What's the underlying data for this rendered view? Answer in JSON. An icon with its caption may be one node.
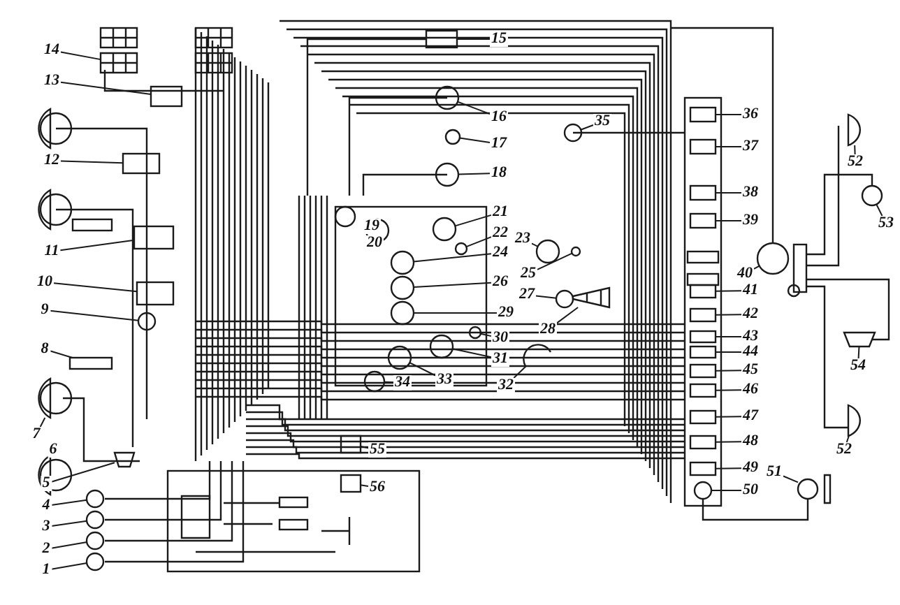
{
  "diagram": {
    "nodes": [
      {
        "text": [
          "1"
        ]
      },
      {
        "text": [
          "2"
        ]
      },
      {
        "text": [
          "3"
        ]
      },
      {
        "text": [
          "4"
        ]
      },
      {
        "text": [
          "5"
        ]
      },
      {
        "text": [
          "6"
        ]
      },
      {
        "text": [
          "7"
        ]
      },
      {
        "text": [
          "8"
        ]
      },
      {
        "text": [
          "9"
        ]
      },
      {
        "text": [
          "10"
        ]
      },
      {
        "text": [
          "11"
        ]
      },
      {
        "text": [
          "12"
        ]
      },
      {
        "text": [
          "13"
        ]
      },
      {
        "text": [
          "14"
        ]
      },
      {
        "text": [
          "15"
        ]
      },
      {
        "text": [
          "16"
        ]
      },
      {
        "text": [
          "17"
        ]
      },
      {
        "text": [
          "18"
        ]
      },
      {
        "text": [
          "19"
        ]
      },
      {
        "text": [
          "20"
        ]
      },
      {
        "text": [
          "21"
        ]
      },
      {
        "text": [
          "22"
        ]
      },
      {
        "text": [
          "23"
        ]
      },
      {
        "text": [
          "24"
        ]
      },
      {
        "text": [
          "25"
        ]
      },
      {
        "text": [
          "26"
        ]
      },
      {
        "text": [
          "27"
        ]
      },
      {
        "text": [
          "28"
        ]
      },
      {
        "text": [
          "29"
        ]
      },
      {
        "text": [
          "30"
        ]
      },
      {
        "text": [
          "31"
        ]
      },
      {
        "text": [
          "32"
        ]
      },
      {
        "text": [
          "33"
        ]
      },
      {
        "text": [
          "34"
        ]
      },
      {
        "text": [
          "35"
        ]
      },
      {
        "text": [
          "36"
        ]
      },
      {
        "text": [
          "37"
        ]
      },
      {
        "text": [
          "38"
        ]
      },
      {
        "text": [
          "39"
        ]
      },
      {
        "text": [
          "40"
        ]
      },
      {
        "text": [
          "41"
        ]
      },
      {
        "text": [
          "42"
        ]
      },
      {
        "text": [
          "43"
        ]
      },
      {
        "text": [
          "44"
        ]
      },
      {
        "text": [
          "45"
        ]
      },
      {
        "text": [
          "46"
        ]
      },
      {
        "text": [
          "47"
        ]
      },
      {
        "text": [
          "48"
        ]
      },
      {
        "text": [
          "49"
        ]
      },
      {
        "text": [
          "50"
        ]
      },
      {
        "text": [
          "51"
        ]
      },
      {
        "text": [
          "52"
        ]
      },
      {
        "text": [
          "53"
        ]
      },
      {
        "text": [
          "54"
        ]
      },
      {
        "text": [
          "52"
        ]
      },
      {
        "text": [
          "55"
        ]
      },
      {
        "text": [
          "56"
        ]
      },
      {
        "text": [],
        "shape": "circle"
      },
      {
        "text": [],
        "shape": "circle"
      },
      {
        "text": [],
        "shape": "circle"
      },
      {
        "text": [],
        "shape": "circle"
      },
      {
        "text": [],
        "shape": "picture"
      },
      {
        "text": [],
        "shape": "picture"
      },
      {
        "text": [],
        "shape": "box"
      },
      {
        "text": [],
        "shape": "circle"
      },
      {
        "text": [],
        "shape": "box"
      },
      {
        "text": [],
        "shape": "box"
      },
      {
        "text": [],
        "shape": "box"
      },
      {
        "text": [],
        "shape": "box"
      },
      {
        "text": [],
        "shape": "picture"
      },
      {
        "text": [],
        "shape": "box"
      },
      {
        "text": [],
        "shape": "circle"
      },
      {
        "text": [],
        "shape": "circle"
      },
      {
        "text": [],
        "shape": "circle"
      },
      {
        "text": [],
        "shape": "circle"
      },
      {
        "text": [],
        "shape": "circle"
      },
      {
        "text": [],
        "shape": "circle"
      },
      {
        "text": [],
        "shape": "circle"
      },
      {
        "text": [],
        "shape": "circle"
      },
      {
        "text": [],
        "shape": "circle"
      },
      {
        "text": [],
        "shape": "circle"
      },
      {
        "text": [],
        "shape": "picture"
      },
      {
        "text": [],
        "shape": "circle"
      },
      {
        "text": [],
        "shape": "circle"
      },
      {
        "text": [],
        "shape": "circle"
      },
      {
        "text": [],
        "shape": "picture"
      },
      {
        "text": [],
        "shape": "circle"
      },
      {
        "text": [],
        "shape": "circle"
      },
      {
        "text": [],
        "shape": "circle"
      },
      {
        "text": [],
        "shape": "box"
      },
      {
        "text": [],
        "shape": "box"
      },
      {
        "text": [],
        "shape": "box"
      },
      {
        "text": [],
        "shape": "box"
      },
      {
        "text": [],
        "shape": "circle"
      },
      {
        "text": [],
        "shape": "box"
      },
      {
        "text": [],
        "shape": "box"
      },
      {
        "text": [],
        "shape": "box"
      },
      {
        "text": [],
        "shape": "box"
      },
      {
        "text": [],
        "shape": "box"
      },
      {
        "text": [],
        "shape": "box"
      },
      {
        "text": [],
        "shape": "box"
      },
      {
        "text": [],
        "shape": "box"
      },
      {
        "text": [],
        "shape": "box"
      },
      {
        "text": [],
        "shape": "circle"
      },
      {
        "text": [],
        "shape": "picture"
      },
      {
        "text": [],
        "shape": "picture"
      },
      {
        "text": [],
        "shape": "circle"
      },
      {
        "text": [],
        "shape": "picture"
      },
      {
        "text": [],
        "shape": "picture"
      },
      {
        "text": [],
        "shape": "box"
      },
      {
        "text": [],
        "shape": "box"
      }
    ],
    "edges": [
      {
        "from": 0,
        "to": 57,
        "arrow": "none"
      },
      {
        "from": 1,
        "to": 58,
        "arrow": "none"
      },
      {
        "from": 2,
        "to": 59,
        "arrow": "none"
      },
      {
        "from": 3,
        "to": 60,
        "arrow": "none"
      },
      {
        "from": 4,
        "to": 61,
        "arrow": "none"
      },
      {
        "from": 6,
        "to": 62,
        "arrow": "none"
      },
      {
        "from": 7,
        "to": 63,
        "arrow": "none"
      },
      {
        "from": 8,
        "to": 64,
        "arrow": "none"
      },
      {
        "from": 9,
        "to": 65,
        "arrow": "none"
      },
      {
        "from": 10,
        "to": 66,
        "arrow": "none"
      },
      {
        "from": 11,
        "to": 67,
        "arrow": "none"
      },
      {
        "from": 12,
        "to": 68,
        "arrow": "none"
      },
      {
        "from": 13,
        "to": 69,
        "arrow": "none"
      },
      {
        "from": 14,
        "to": 70,
        "arrow": "none"
      },
      {
        "from": 15,
        "to": 71,
        "arrow": "none"
      },
      {
        "from": 16,
        "to": 72,
        "arrow": "none"
      },
      {
        "from": 17,
        "to": 73,
        "arrow": "none"
      },
      {
        "from": 20,
        "to": 74,
        "arrow": "none"
      },
      {
        "from": 21,
        "to": 75,
        "arrow": "none"
      },
      {
        "from": 22,
        "to": 76,
        "arrow": "none"
      },
      {
        "from": 23,
        "to": 77,
        "arrow": "none"
      },
      {
        "from": 24,
        "to": 78,
        "arrow": "none"
      },
      {
        "from": 25,
        "to": 79,
        "arrow": "none"
      },
      {
        "from": 26,
        "to": 80,
        "arrow": "none"
      },
      {
        "from": 27,
        "to": 81,
        "arrow": "none"
      },
      {
        "from": 28,
        "to": 82,
        "arrow": "none"
      },
      {
        "from": 29,
        "to": 83,
        "arrow": "none"
      },
      {
        "from": 30,
        "to": 84,
        "arrow": "none"
      },
      {
        "from": 31,
        "to": 85,
        "arrow": "none"
      },
      {
        "from": 32,
        "to": 86,
        "arrow": "none"
      },
      {
        "from": 33,
        "to": 87,
        "arrow": "none"
      },
      {
        "from": 34,
        "to": 88,
        "arrow": "none"
      },
      {
        "from": 35,
        "to": 89,
        "arrow": "none"
      },
      {
        "from": 36,
        "to": 90,
        "arrow": "none"
      },
      {
        "from": 37,
        "to": 91,
        "arrow": "none"
      },
      {
        "from": 38,
        "to": 92,
        "arrow": "none"
      },
      {
        "from": 39,
        "to": 93,
        "arrow": "none"
      },
      {
        "from": 40,
        "to": 94,
        "arrow": "none"
      },
      {
        "from": 41,
        "to": 95,
        "arrow": "none"
      },
      {
        "from": 42,
        "to": 96,
        "arrow": "none"
      },
      {
        "from": 43,
        "to": 97,
        "arrow": "none"
      },
      {
        "from": 44,
        "to": 98,
        "arrow": "none"
      },
      {
        "from": 45,
        "to": 99,
        "arrow": "none"
      },
      {
        "from": 46,
        "to": 100,
        "arrow": "none"
      },
      {
        "from": 47,
        "to": 101,
        "arrow": "none"
      },
      {
        "from": 48,
        "to": 102,
        "arrow": "none"
      },
      {
        "from": 49,
        "to": 103,
        "arrow": "none"
      },
      {
        "from": 50,
        "to": 104,
        "arrow": "none"
      },
      {
        "from": 51,
        "to": 105,
        "arrow": "none"
      },
      {
        "from": 52,
        "to": 106,
        "arrow": "none"
      },
      {
        "from": 53,
        "to": 107,
        "arrow": "none"
      },
      {
        "from": 54,
        "to": 108,
        "arrow": "none"
      },
      {
        "from": 55,
        "to": 109,
        "arrow": "none"
      },
      {
        "from": 56,
        "to": 110,
        "arrow": "none"
      }
    ]
  }
}
